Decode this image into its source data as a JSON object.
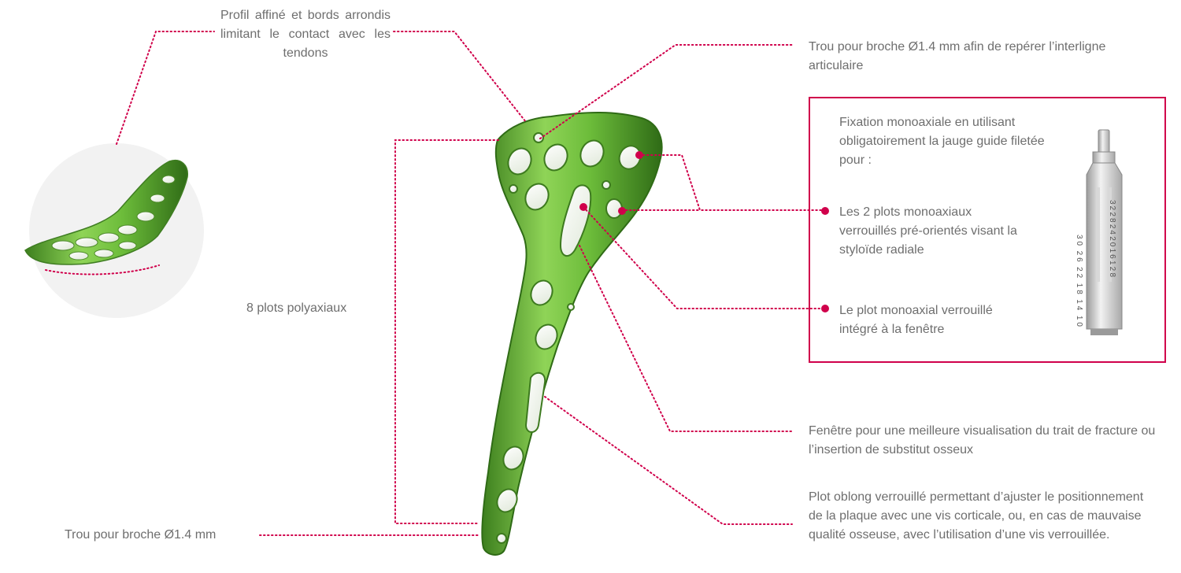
{
  "labels": {
    "profile": "Profil affiné et bords arrondis limitant le contact avec les tendons",
    "top_hole": "Trou pour broche Ø1.4 mm afin de repérer l’interligne articulaire",
    "polyaxial": "8 plots polyaxiaux",
    "bottom_hole": "Trou pour broche Ø1.4 mm",
    "window": "Fenêtre pour une meilleure visualisation du trait de fracture ou l’insertion de substitut osseux",
    "oblong": "Plot oblong verrouillé permettant d’ajuster le positionnement de la plaque avec une vis corticale, ou, en cas de mauvaise qualité osseuse, avec l’utilisation d’une vis verrouillée."
  },
  "box": {
    "title_strong": "Fixation monoaxiale",
    "title_rest": " en utilisant obligatoirement la jauge guide filetée pour :",
    "item1": "Les 2 plots monoaxiaux verrouillés pré-orientés visant la styloïde radiale",
    "item2": "Le plot monoaxial verrouillé intégré à la fenêtre"
  },
  "gauge": {
    "left_numbers": [
      "30",
      "26",
      "22",
      "18",
      "14",
      "10"
    ],
    "right_numbers": [
      "32",
      "28",
      "24",
      "20",
      "16",
      "12",
      "8"
    ]
  },
  "colors": {
    "accent": "#d0004b",
    "plate_green": "#6cbc3a",
    "text": "#6e6e6e"
  }
}
